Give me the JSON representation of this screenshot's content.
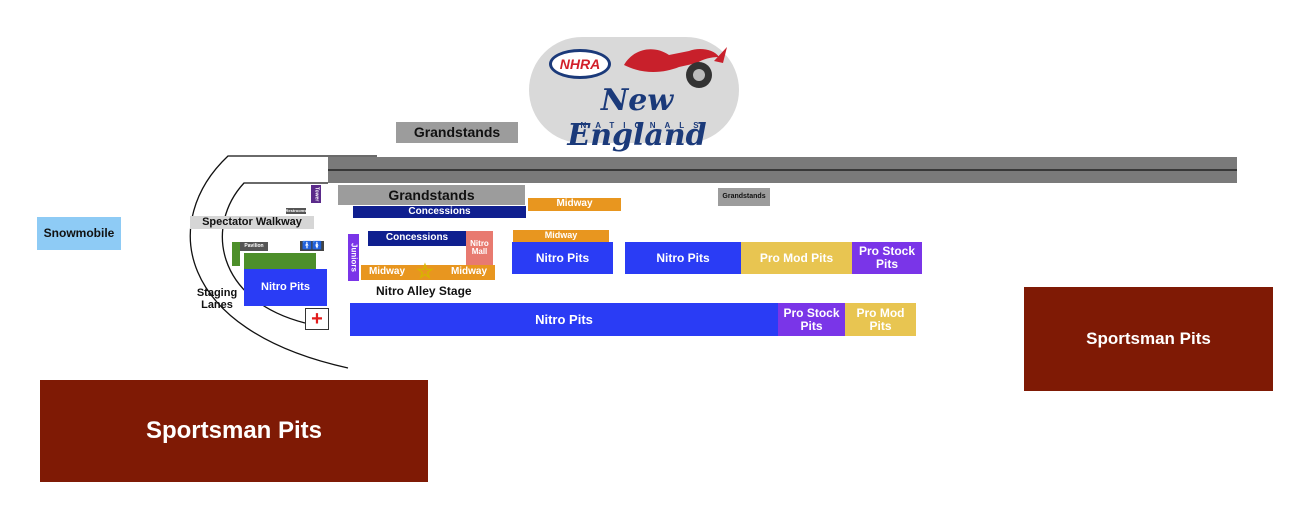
{
  "logo": {
    "badge": "NHRA",
    "title": "New England",
    "subtitle": "NATIONALS"
  },
  "colors": {
    "blue": "#2a3cf5",
    "navy": "#0f1f8f",
    "orange": "#e8961f",
    "purple": "#7a35e8",
    "yellow": "#e8c551",
    "maroon": "#7f1a05",
    "gray": "#9c9c9c",
    "green": "#4d8f2a",
    "light_blue": "#8ecbf5",
    "salmon": "#e87a70"
  },
  "areas": {
    "grandstands_top": "Grandstands",
    "grandstands_main": "Grandstands",
    "grandstands_small": "Grandstands",
    "snowmobile": "Snowmobile",
    "spectator_walkway": "Spectator Walkway",
    "concessions_1": "Concessions",
    "concessions_2": "Concessions",
    "midway_top": "Midway",
    "midway_mid": "Midway",
    "midway_left": "Midway",
    "midway_right": "Midway",
    "nitro_mall": "Nitro Mall",
    "juniors": "Juniors",
    "pavilion": "Pavilion",
    "restrooms": "Restrooms",
    "tower": "Tower",
    "restroom_icons": "🚹🚺",
    "nitro_pits_left": "Nitro Pits",
    "nitro_pits_center": "Nitro Pits",
    "nitro_pits_mid": "Nitro Pits",
    "nitro_pits_long": "Nitro Pits",
    "pro_mod_pits_top": "Pro Mod Pits",
    "pro_stock_pits_top": "Pro Stock Pits",
    "pro_stock_pits_bottom": "Pro Stock Pits",
    "pro_mod_pits_bottom": "Pro Mod Pits",
    "staging_lanes": "Staging Lanes",
    "nitro_alley_stage": "Nitro Alley Stage",
    "sportsman_pits_left": "Sportsman Pits",
    "sportsman_pits_right": "Sportsman Pits",
    "first_aid": "+",
    "star": "☆"
  }
}
